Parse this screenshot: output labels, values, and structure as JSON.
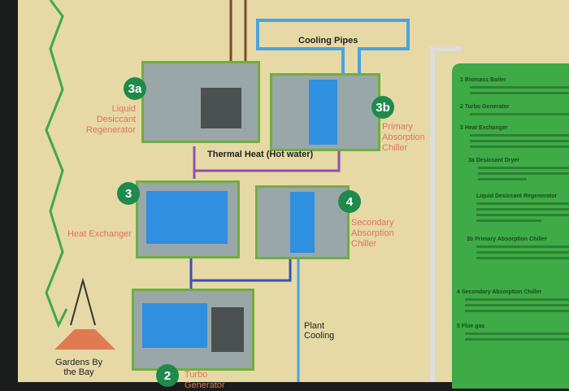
{
  "diagram": {
    "labels": {
      "cooling_pipes": "Cooling Pipes",
      "thermal_heat": "Thermal Heat (Hot water)",
      "plant_cooling": "Plant Cooling",
      "gardens": "Gardens By the Bay"
    },
    "components": [
      {
        "badge": "3a",
        "name": "Liquid Desiccant Regenerator"
      },
      {
        "badge": "3b",
        "name": "Primary Absorption Chiller"
      },
      {
        "badge": "3",
        "name": "Heat Exchanger"
      },
      {
        "badge": "4",
        "name": "Secondary Absorption Chiller"
      },
      {
        "badge": "2",
        "name": "Turbo Generator"
      }
    ],
    "colors": {
      "background": "#e6d9a6",
      "thermal": "#8e4fb0",
      "cooling": "#4aa3e0",
      "exhaust": "#7a4a2a",
      "power": "#3ea84a",
      "panel": "#3fab46"
    }
  },
  "legend_panel": {
    "headings": [
      "1 Biomass Boiler",
      "2 Turbo Generator",
      "3 Heat Exchanger",
      "3a Desiccant Dryer",
      "Liquid Desiccant Regenerator",
      "3b Primary Absorption Chiller",
      "4 Secondary Absorption Chiller",
      "5 Flue gas"
    ]
  }
}
